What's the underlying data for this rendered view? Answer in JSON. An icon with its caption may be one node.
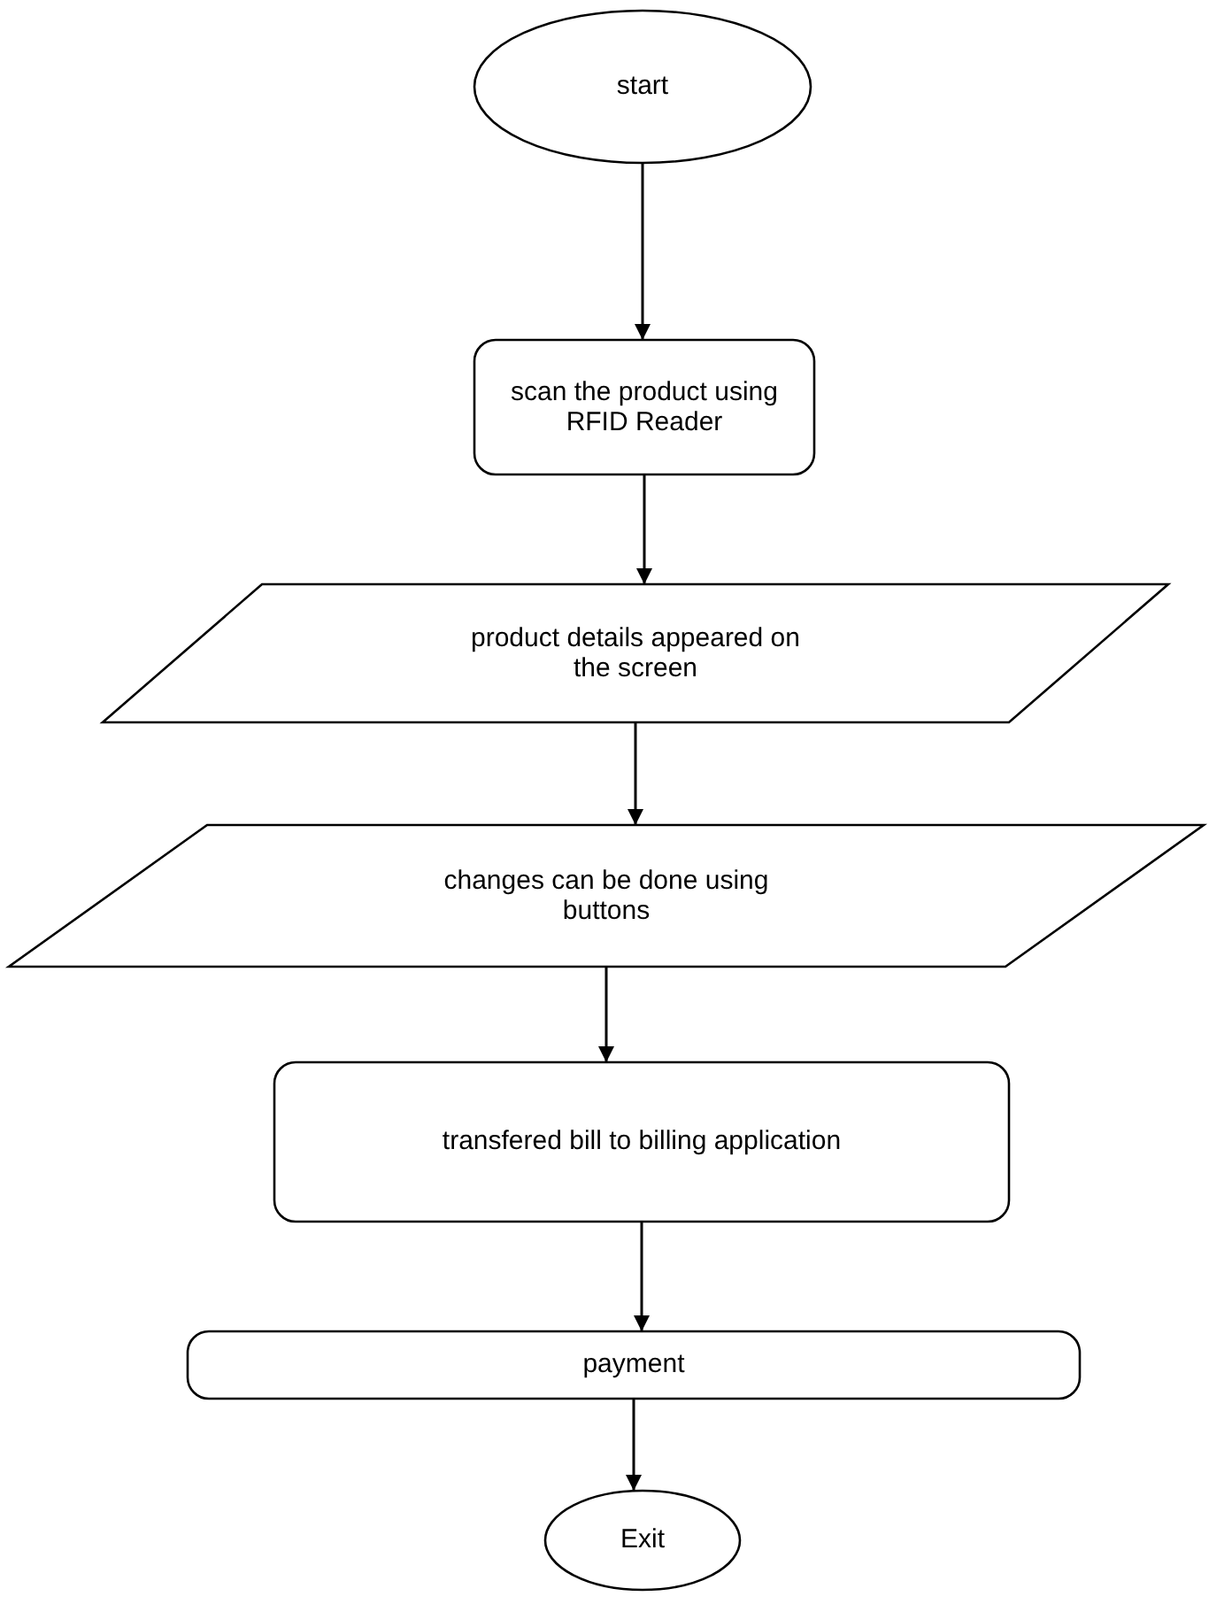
{
  "diagram": {
    "nodes": [
      {
        "text": [
          "start"
        ]
      },
      {
        "text": [
          "scan the product using RFID Reader"
        ]
      },
      {
        "text": [
          "product details appeared on the screen"
        ]
      },
      {
        "text": [
          "changes can be done using buttons"
        ]
      },
      {
        "text": [
          "transfered bill to billing application"
        ]
      },
      {
        "text": [
          "payment"
        ]
      },
      {
        "text": [
          "Exit"
        ]
      }
    ],
    "edges": [
      {
        "from": 0,
        "to": 1,
        "arrow": "to"
      },
      {
        "from": 1,
        "to": 2,
        "arrow": "to"
      },
      {
        "from": 2,
        "to": 3,
        "arrow": "to"
      },
      {
        "from": 3,
        "to": 4,
        "arrow": "to"
      },
      {
        "from": 4,
        "to": 5,
        "arrow": "to"
      },
      {
        "from": 5,
        "to": 6,
        "arrow": "to"
      }
    ]
  }
}
